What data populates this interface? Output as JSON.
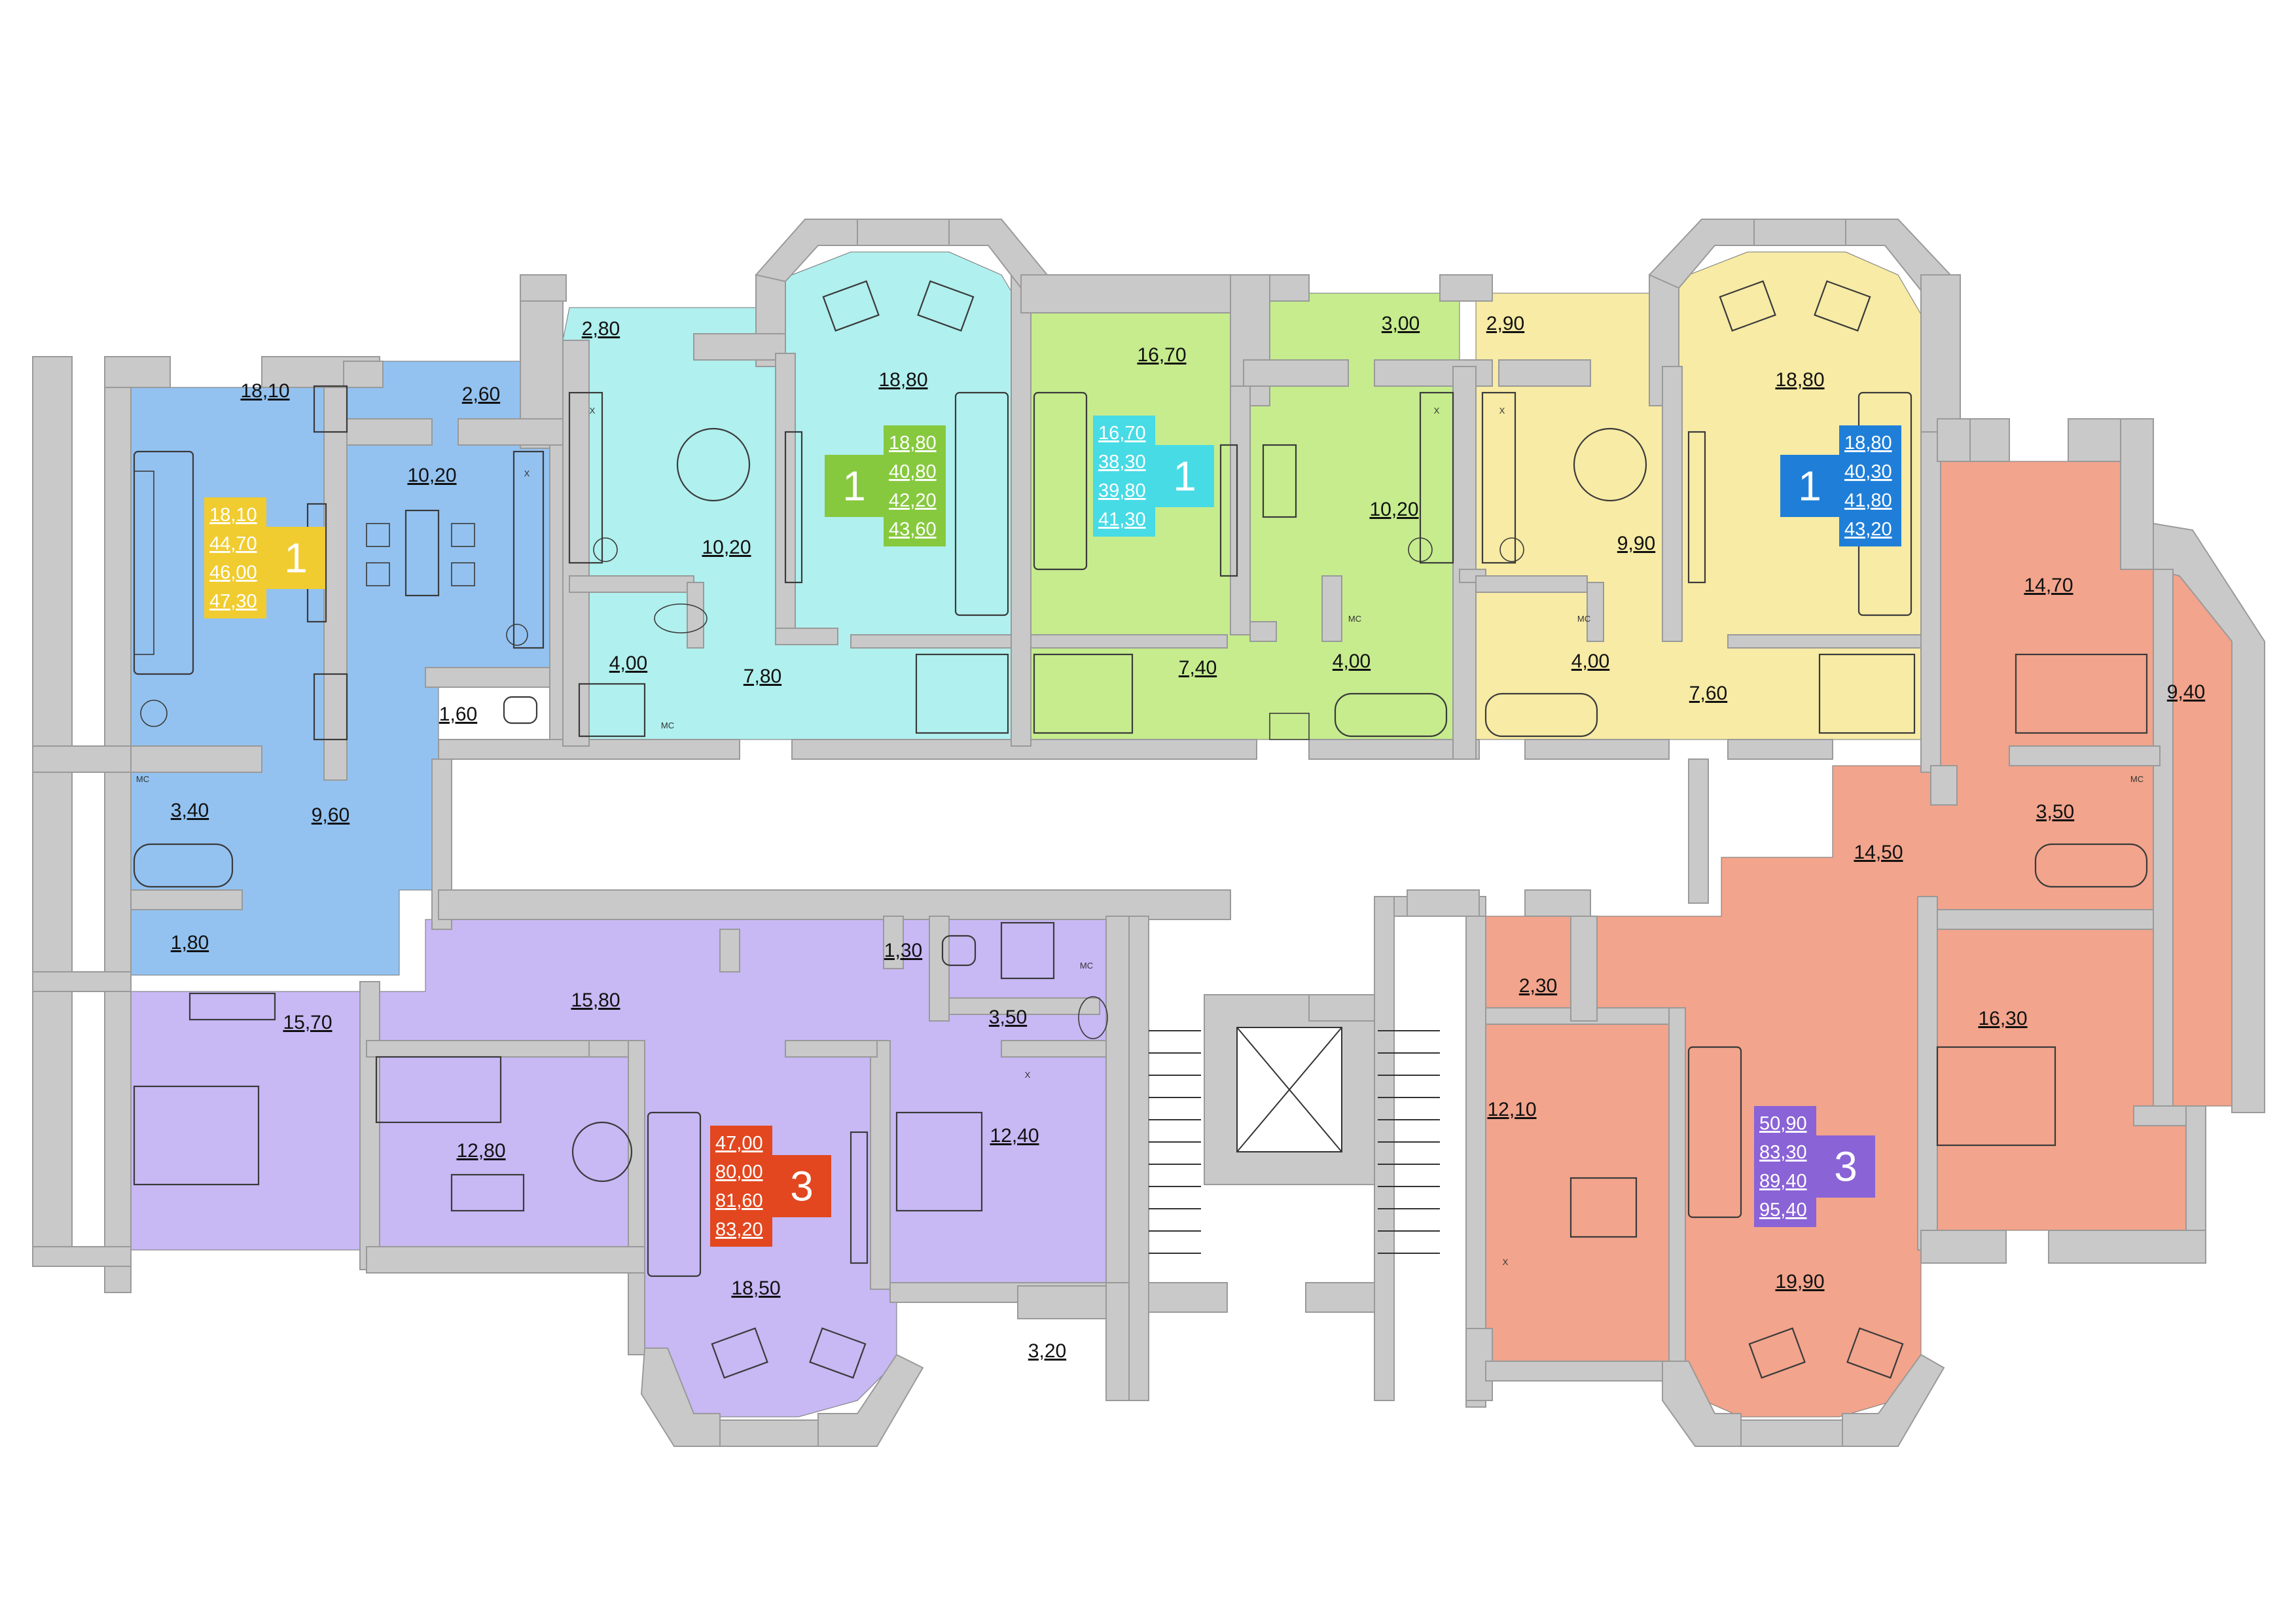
{
  "colors": {
    "apt_blue_light": "#93c2f0",
    "apt_cyan": "#b0f0ee",
    "apt_green": "#c6ec8e",
    "apt_yellow": "#f7eba5",
    "apt_purple": "#c8b8f4",
    "apt_orange": "#f2a48c",
    "legend_yellow": "#f0cc30",
    "legend_green": "#86c93e",
    "legend_cyan": "#47dbe5",
    "legend_blue": "#1f7fd8",
    "legend_red": "#e2471f",
    "legend_purple": "#8a63d6",
    "wall": "#c9c9c9"
  },
  "apartments": [
    {
      "id": "apt-1",
      "rooms": "1",
      "areas": [
        "18,10",
        "44,70",
        "46,00",
        "47,30"
      ]
    },
    {
      "id": "apt-2",
      "rooms": "1",
      "areas": [
        "18,80",
        "40,80",
        "42,20",
        "43,60"
      ]
    },
    {
      "id": "apt-3",
      "rooms": "1",
      "areas": [
        "16,70",
        "38,30",
        "39,80",
        "41,30"
      ]
    },
    {
      "id": "apt-4",
      "rooms": "1",
      "areas": [
        "18,80",
        "40,30",
        "41,80",
        "43,20"
      ]
    },
    {
      "id": "apt-5",
      "rooms": "3",
      "areas": [
        "47,00",
        "80,00",
        "81,60",
        "83,20"
      ]
    },
    {
      "id": "apt-6",
      "rooms": "3",
      "areas": [
        "50,90",
        "83,30",
        "89,40",
        "95,40"
      ]
    }
  ],
  "room_areas": [
    "18,10",
    "2,60",
    "10,20",
    "1,60",
    "3,40",
    "9,60",
    "1,80",
    "2,80",
    "10,20",
    "4,00",
    "7,80",
    "18,80",
    "16,70",
    "3,00",
    "10,20",
    "7,40",
    "4,00",
    "2,90",
    "9,90",
    "4,00",
    "7,60",
    "18,80",
    "14,70",
    "9,40",
    "3,50",
    "14,50",
    "16,30",
    "15,70",
    "15,80",
    "1,30",
    "3,50",
    "12,80",
    "12,40",
    "18,50",
    "3,20",
    "2,30",
    "12,10",
    "19,90"
  ],
  "fixture_tags": {
    "mc": "МС",
    "x": "Х"
  }
}
